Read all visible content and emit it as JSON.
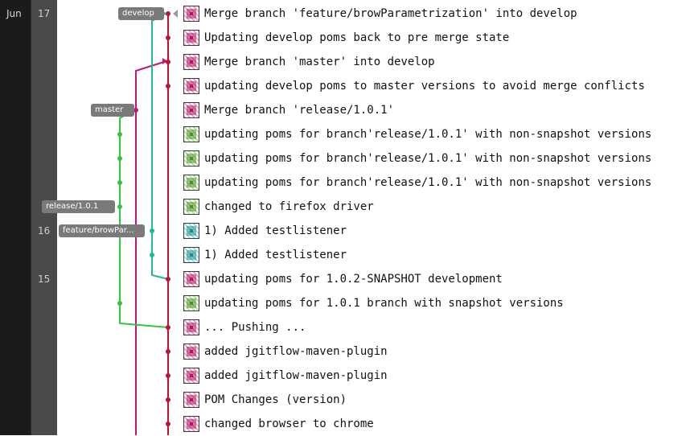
{
  "timeline": {
    "month": "Jun",
    "days": [
      {
        "label": "17",
        "row": 0
      },
      {
        "label": "16",
        "row": 9
      },
      {
        "label": "15",
        "row": 11
      }
    ]
  },
  "refs": [
    {
      "label": "develop",
      "row": 0
    },
    {
      "label": "master",
      "row": 4
    },
    {
      "label": "release/1.0.1",
      "row": 8
    },
    {
      "label": "feature/browPar...",
      "row": 9
    }
  ],
  "colors": {
    "develop_lane": "#c1122f",
    "master_lane": "#c0157c",
    "release_lane": "#35c43e",
    "feature_lane": "#1fb89a",
    "ref_label_bg": "#7a7a7a"
  },
  "commits": [
    {
      "message": "Merge branch 'feature/browParametrization' into develop",
      "avatar": "av-mag"
    },
    {
      "message": "Updating develop poms back to pre merge state",
      "avatar": "av-mag"
    },
    {
      "message": "Merge branch 'master' into develop",
      "avatar": "av-mag"
    },
    {
      "message": "updating develop poms to master versions to avoid merge conflicts",
      "avatar": "av-mag"
    },
    {
      "message": "Merge branch 'release/1.0.1'",
      "avatar": "av-mag"
    },
    {
      "message": "updating poms for branch'release/1.0.1' with non-snapshot versions",
      "avatar": "av-grn"
    },
    {
      "message": "updating poms for branch'release/1.0.1' with non-snapshot versions",
      "avatar": "av-grn"
    },
    {
      "message": "updating poms for branch'release/1.0.1' with non-snapshot versions",
      "avatar": "av-grn"
    },
    {
      "message": "changed to firefox driver",
      "avatar": "av-grn"
    },
    {
      "message": "1) Added testlistener",
      "avatar": "av-cyn"
    },
    {
      "message": "1) Added testlistener",
      "avatar": "av-cyn"
    },
    {
      "message": "updating poms for 1.0.2-SNAPSHOT development",
      "avatar": "av-mag"
    },
    {
      "message": "updating poms for 1.0.1 branch with snapshot versions",
      "avatar": "av-grn"
    },
    {
      "message": "... Pushing ...",
      "avatar": "av-mag"
    },
    {
      "message": "added jgitflow-maven-plugin",
      "avatar": "av-mag"
    },
    {
      "message": "added jgitflow-maven-plugin",
      "avatar": "av-mag"
    },
    {
      "message": "POM Changes (version)",
      "avatar": "av-mag"
    },
    {
      "message": "changed browser to chrome",
      "avatar": "av-mag"
    }
  ]
}
